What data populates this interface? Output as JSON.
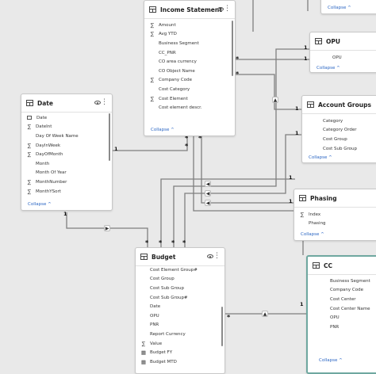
{
  "tables": {
    "income": {
      "title": "Income Statement",
      "fields": [
        {
          "icon": "sum",
          "name": "Amount"
        },
        {
          "icon": "sum",
          "name": "Avg YTD"
        },
        {
          "icon": "none",
          "name": "Business Segment"
        },
        {
          "icon": "none",
          "name": "CC_PNR"
        },
        {
          "icon": "none",
          "name": "CO area currency"
        },
        {
          "icon": "none",
          "name": "CO Object Name"
        },
        {
          "icon": "sum",
          "name": "Company Code"
        },
        {
          "icon": "none",
          "name": "Cost Category"
        },
        {
          "icon": "sum",
          "name": "Cost Element"
        },
        {
          "icon": "none",
          "name": "Cost element descr."
        }
      ],
      "collapse": "Collapse ^"
    },
    "date": {
      "title": "Date",
      "fields": [
        {
          "icon": "calendar",
          "name": "Date"
        },
        {
          "icon": "sum",
          "name": "DateInt"
        },
        {
          "icon": "none",
          "name": "Day Of Week Name"
        },
        {
          "icon": "sum",
          "name": "DayInWeek"
        },
        {
          "icon": "sum",
          "name": "DayOfMonth"
        },
        {
          "icon": "none",
          "name": "Month"
        },
        {
          "icon": "none",
          "name": "Month Of Year"
        },
        {
          "icon": "sum",
          "name": "MonthNumber"
        },
        {
          "icon": "sum",
          "name": "MonthYSort"
        }
      ],
      "collapse": "Collapse ^"
    },
    "opu": {
      "title": "OPU",
      "fields": [
        {
          "icon": "none",
          "name": "OPU"
        }
      ],
      "collapse": "Collapse ^"
    },
    "account_groups": {
      "title": "Account Groups",
      "fields": [
        {
          "icon": "none",
          "name": "Category"
        },
        {
          "icon": "none",
          "name": "Category Order"
        },
        {
          "icon": "none",
          "name": "Cost Group"
        },
        {
          "icon": "none",
          "name": "Cost Sub Group"
        }
      ],
      "collapse": "Collapse ^"
    },
    "phasing": {
      "title": "Phasing",
      "fields": [
        {
          "icon": "sum",
          "name": "Index"
        },
        {
          "icon": "none",
          "name": "Phasing"
        }
      ],
      "collapse": "Collapse ^"
    },
    "budget": {
      "title": "Budget",
      "fields": [
        {
          "icon": "none",
          "name": "Cost Element Group#"
        },
        {
          "icon": "none",
          "name": "Cost Group"
        },
        {
          "icon": "none",
          "name": "Cost Sub Group"
        },
        {
          "icon": "none",
          "name": "Cost Sub Group#"
        },
        {
          "icon": "none",
          "name": "Date"
        },
        {
          "icon": "none",
          "name": "OPU"
        },
        {
          "icon": "none",
          "name": "PNR"
        },
        {
          "icon": "none",
          "name": "Report Currency"
        },
        {
          "icon": "sum",
          "name": "Value"
        },
        {
          "icon": "calc",
          "name": "Budget FY"
        },
        {
          "icon": "calc",
          "name": "Budget MTD"
        }
      ]
    },
    "cc": {
      "title": "CC",
      "fields": [
        {
          "icon": "none",
          "name": "Business Segment"
        },
        {
          "icon": "none",
          "name": "Company Code"
        },
        {
          "icon": "none",
          "name": "Cost Center"
        },
        {
          "icon": "none",
          "name": "Cost Center Name"
        },
        {
          "icon": "none",
          "name": "OPU"
        },
        {
          "icon": "none",
          "name": "PNR"
        }
      ],
      "collapse": "Collapse ^"
    },
    "top_right": {
      "collapse": "Collapse ^"
    }
  },
  "cardinality": {
    "one": "1",
    "many": "*"
  },
  "icons": {
    "sum": "∑",
    "calc": "▦",
    "none": "",
    "calendar": "cal",
    "eye": "eye-icon",
    "menu": "⋮",
    "arrow_up": "▲",
    "arrow_left": "◀",
    "arrow_right": "▶"
  },
  "colors": {
    "link": "#2b66c4",
    "selected_border": "#6fa8a0",
    "line": "#7a7a7a"
  }
}
